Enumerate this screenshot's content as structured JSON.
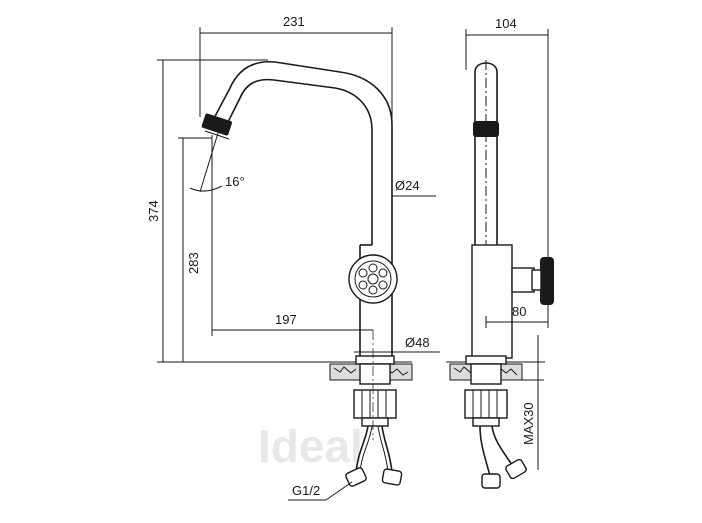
{
  "drawing": {
    "front_view": {
      "width_total": "231",
      "height_total": "374",
      "spout_height": "283",
      "spout_reach": "197",
      "spout_angle": "16°",
      "pipe_diameter": "Ø24",
      "body_diameter": "Ø48",
      "thread": "G1/2"
    },
    "side_view": {
      "depth_total": "104",
      "handle_offset": "80",
      "max_thickness": "MAX30"
    },
    "watermark": "Ideal"
  }
}
